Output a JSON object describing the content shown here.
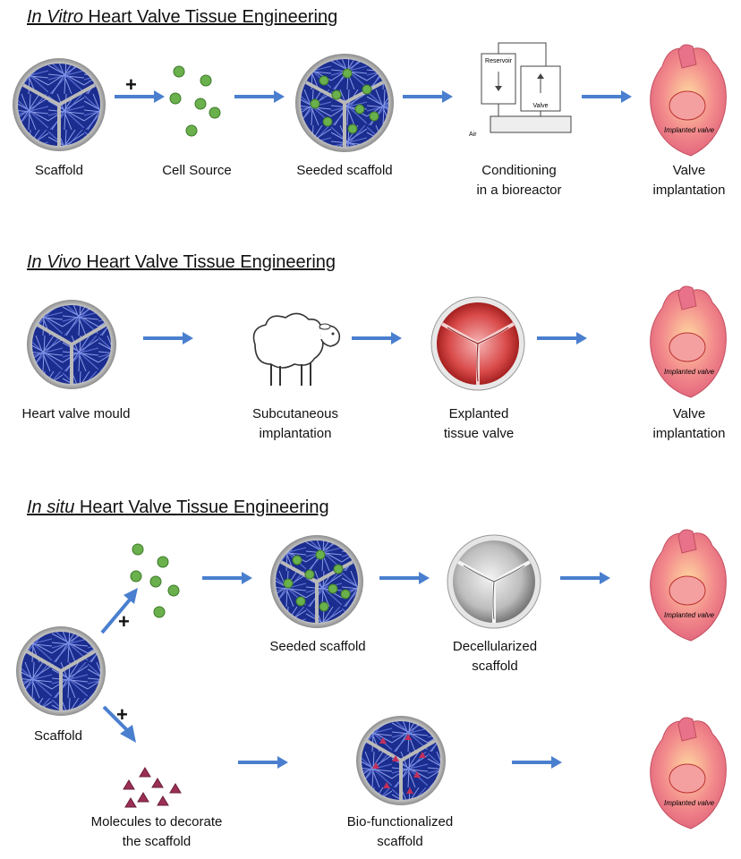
{
  "sections": {
    "vitro": {
      "title_em": "In Vitro",
      "title_rest": " Heart Valve Tissue Engineering",
      "labels": {
        "scaffold": "Scaffold",
        "cell_source": "Cell Source",
        "seeded": "Seeded scaffold",
        "conditioning_1": "Conditioning",
        "conditioning_2": "in a bioreactor",
        "valve_1": "Valve",
        "valve_2": "implantation"
      },
      "bioreactor": {
        "reservoir": "Reservoir",
        "valve": "Valve",
        "air": "Air"
      },
      "heart_text": "Implanted valve"
    },
    "vivo": {
      "title_em": "In Vivo",
      "title_rest": " Heart Valve Tissue Engineering",
      "labels": {
        "mould": "Heart valve mould",
        "subq_1": "Subcutaneous",
        "subq_2": "implantation",
        "explanted_1": "Explanted",
        "explanted_2": "tissue valve",
        "valve_1": "Valve",
        "valve_2": "implantation"
      },
      "heart_text": "Implanted valve"
    },
    "situ": {
      "title_em": "In situ",
      "title_rest": " Heart Valve Tissue Engineering",
      "labels": {
        "seeded": "Seeded scaffold",
        "decell_1": "Decellularized",
        "decell_2": "scaffold",
        "scaffold": "Scaffold",
        "molecules_1": "Molecules  to decorate",
        "molecules_2": "the scaffold",
        "biofunc_1": "Bio-functionalized",
        "biofunc_2": "scaffold"
      },
      "heart_text": "Implanted valve"
    }
  },
  "plus_sign": "+",
  "colors": {
    "arrow": "#4a7fcf",
    "scaffold_bg": "#1a2a8c",
    "cell": "#6ab04c",
    "molecule": "#9b2f55",
    "explanted_valve": "#d94a4a",
    "decell_valve": "#b9b9b9",
    "heart": "#f07a7a"
  }
}
